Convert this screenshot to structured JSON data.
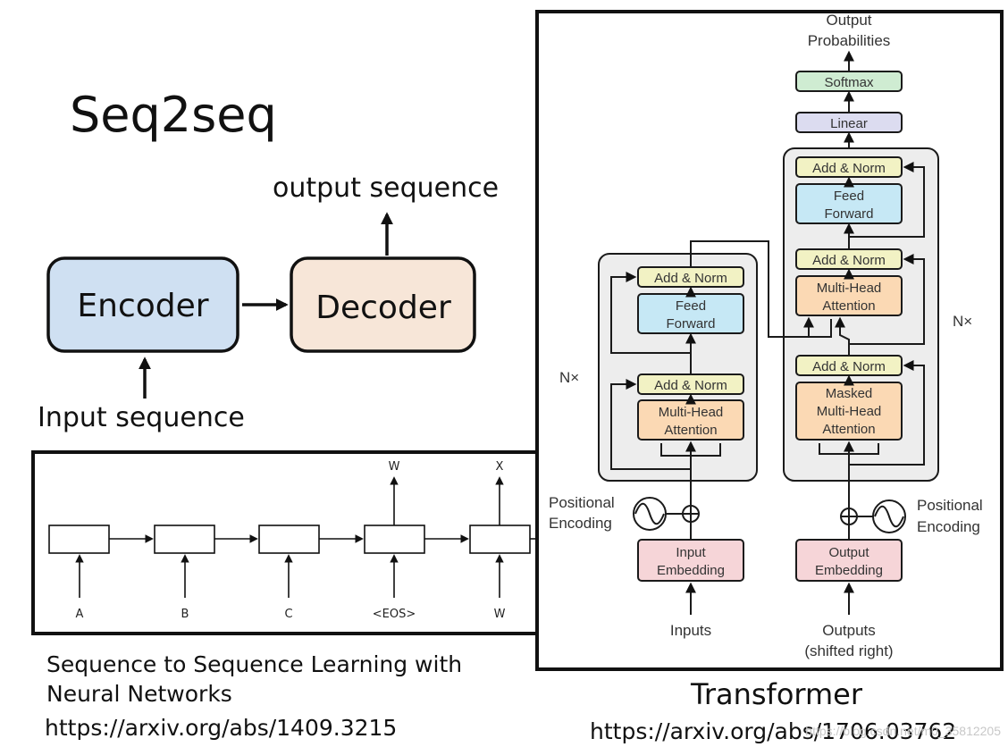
{
  "seq2seq": {
    "title": "Seq2seq",
    "output_label": "output sequence",
    "encoder_label": "Encoder",
    "decoder_label": "Decoder",
    "input_label": "Input sequence"
  },
  "rnn_diagram": {
    "outputs": [
      "W",
      "X"
    ],
    "inputs": [
      "A",
      "B",
      "C",
      "<EOS>",
      "W"
    ]
  },
  "paper1": {
    "title_line1": "Sequence to Sequence Learning with",
    "title_line2": "Neural Networks",
    "url": "https://arxiv.org/abs/1409.3215"
  },
  "transformer": {
    "output_probs_line1": "Output",
    "output_probs_line2": "Probabilities",
    "softmax": "Softmax",
    "linear": "Linear",
    "add_norm": "Add & Norm",
    "feed_forward_line1": "Feed",
    "feed_forward_line2": "Forward",
    "multi_head_line1": "Multi-Head",
    "multi_head_line2": "Attention",
    "masked_line1": "Masked",
    "masked_line2": "Multi-Head",
    "masked_line3": "Attention",
    "nx": "N×",
    "pos_enc_line1": "Positional",
    "pos_enc_line2": "Encoding",
    "input_emb_line1": "Input",
    "input_emb_line2": "Embedding",
    "output_emb_line1": "Output",
    "output_emb_line2": "Embedding",
    "inputs": "Inputs",
    "outputs_line1": "Outputs",
    "outputs_line2": "(shifted right)",
    "caption": "Transformer",
    "url": "https://arxiv.org/abs/1706.03762",
    "watermark": "https://blog.csdn.net/m0_35812205"
  },
  "colors": {
    "encoder_fill": "#cfe0f2",
    "decoder_fill": "#f7e6d8",
    "add_norm_fill": "#f2f2c4",
    "feed_forward_fill": "#c6e8f5",
    "attention_fill": "#fbd9b4",
    "softmax_fill": "#cfecd2",
    "linear_fill": "#dcdcf0",
    "embedding_fill": "#f6d5d8",
    "block_bg": "#ededed"
  }
}
